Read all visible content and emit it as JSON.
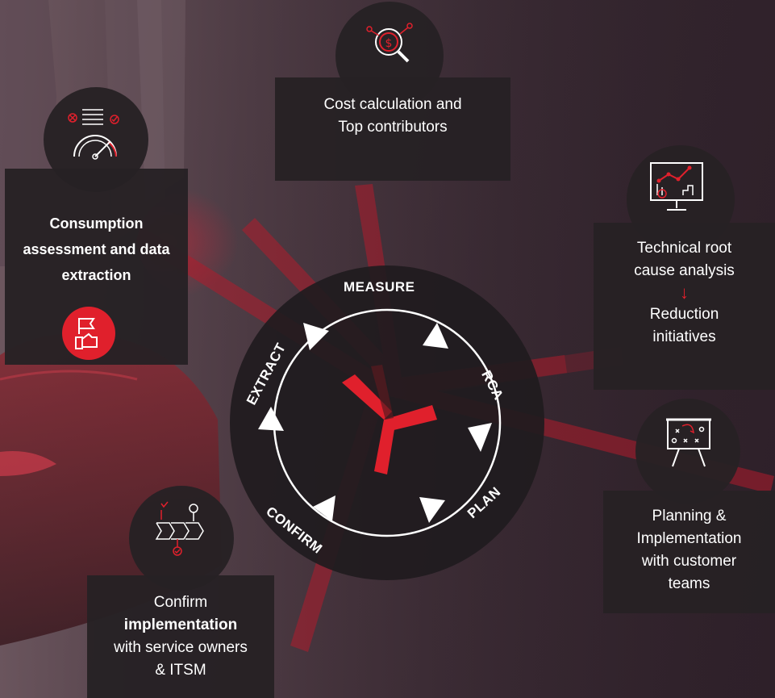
{
  "cards": {
    "cost": {
      "line1": "Cost calculation and",
      "line2": "Top contributors"
    },
    "consumption": {
      "line1": "Consumption",
      "line2": "assessment and data",
      "line3": "extraction"
    },
    "technical": {
      "line1": "Technical root",
      "line2": "cause analysis",
      "arrow": "↓",
      "line3": "Reduction",
      "line4": "initiatives"
    },
    "planning": {
      "line1": "Planning &",
      "line2": "Implementation",
      "line3": "with customer",
      "line4": "teams"
    },
    "confirm": {
      "line1": "Confirm",
      "line2": "implementation",
      "line3": "with service owners",
      "line4": "& ITSM"
    }
  },
  "cycle": {
    "measure": "MEASURE",
    "rca": "RCA",
    "plan": "PLAN",
    "confirm": "CONFIRM",
    "extract": "EXTRACT"
  },
  "icons": {
    "cost": "dollar-search-icon",
    "consumption": "speedometer-checklist-icon",
    "technical": "analytics-monitor-icon",
    "planning": "strategy-board-icon",
    "confirm": "process-flow-icon",
    "extract": "hand-flag-icon"
  },
  "colors": {
    "accent": "#e0202c",
    "card": "#262124",
    "circle": "#1f1b1e"
  }
}
